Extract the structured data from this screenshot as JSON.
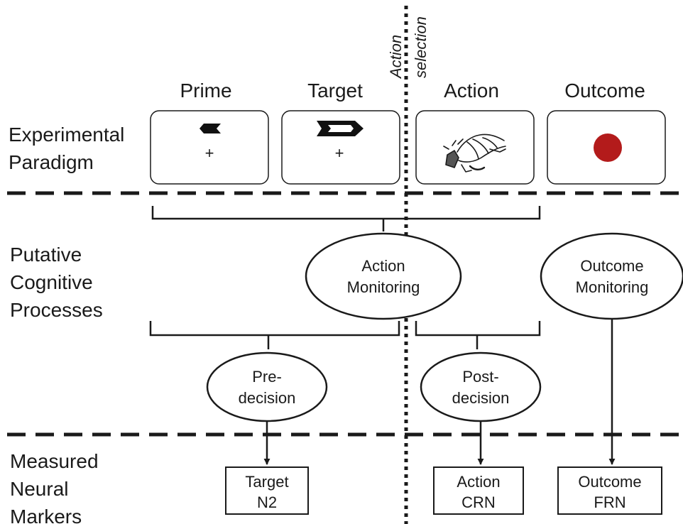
{
  "rows": {
    "paradigm": [
      "Experimental",
      "Paradigm"
    ],
    "processes": [
      "Putative",
      "Cognitive",
      "Processes"
    ],
    "markers": [
      "Measured",
      "Neural",
      "Markers"
    ]
  },
  "divider_label": [
    "Action",
    "selection"
  ],
  "stages": {
    "prime": {
      "title": "Prime",
      "fixation": "+",
      "icon": "left-arrow-icon"
    },
    "target": {
      "title": "Target",
      "fixation": "+",
      "icon": "right-arrow-icon"
    },
    "action": {
      "title": "Action",
      "icon": "hand-pressing-button-icon"
    },
    "outcome": {
      "title": "Outcome",
      "icon": "red-dot-icon",
      "dot_color": "#b31b1b"
    }
  },
  "processes": {
    "action_monitoring": [
      "Action",
      "Monitoring"
    ],
    "outcome_monitoring": [
      "Outcome",
      "Monitoring"
    ],
    "pre_decision": [
      "Pre-",
      "decision"
    ],
    "post_decision": [
      "Post-",
      "decision"
    ]
  },
  "markers": {
    "target_n2": [
      "Target",
      "N2"
    ],
    "action_crn": [
      "Action",
      "CRN"
    ],
    "outcome_frn": [
      "Outcome",
      "FRN"
    ]
  }
}
